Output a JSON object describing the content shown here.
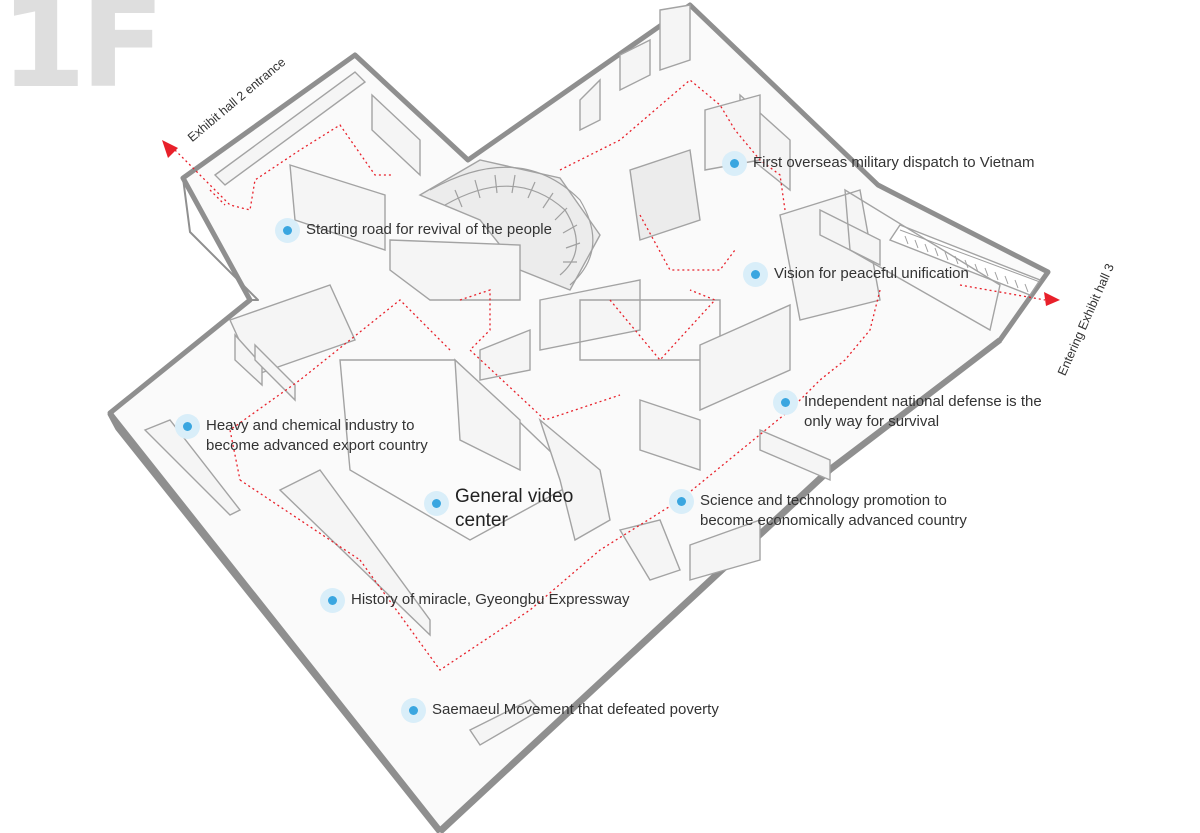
{
  "floor": {
    "label": "1F"
  },
  "directions": {
    "entrance": "Exhibit hall 2 entrance",
    "exit": "Entering Exhibit hall 3"
  },
  "exhibits": [
    {
      "id": "vietnam",
      "label": "First overseas military dispatch to Vietnam"
    },
    {
      "id": "revival",
      "label": "Starting road for revival of the people"
    },
    {
      "id": "unification",
      "label": "Vision for peaceful unification"
    },
    {
      "id": "defense",
      "label": "Independent national defense is the only way for survival"
    },
    {
      "id": "chemical",
      "label": "Heavy and chemical industry to become advanced export country"
    },
    {
      "id": "video",
      "label": "General video center"
    },
    {
      "id": "science",
      "label": "Science and technology promotion to become economically advanced country"
    },
    {
      "id": "gyeongbu",
      "label": "History of miracle, Gyeongbu Expressway"
    },
    {
      "id": "saemaeul",
      "label": "Saemaeul Movement that defeated poverty"
    }
  ],
  "colors": {
    "marker": "#3aa6e0",
    "marker_halo": "#d9eef9",
    "route": "#e8202a",
    "wall": "#9a9a9a",
    "floor_label": "#dedede"
  }
}
